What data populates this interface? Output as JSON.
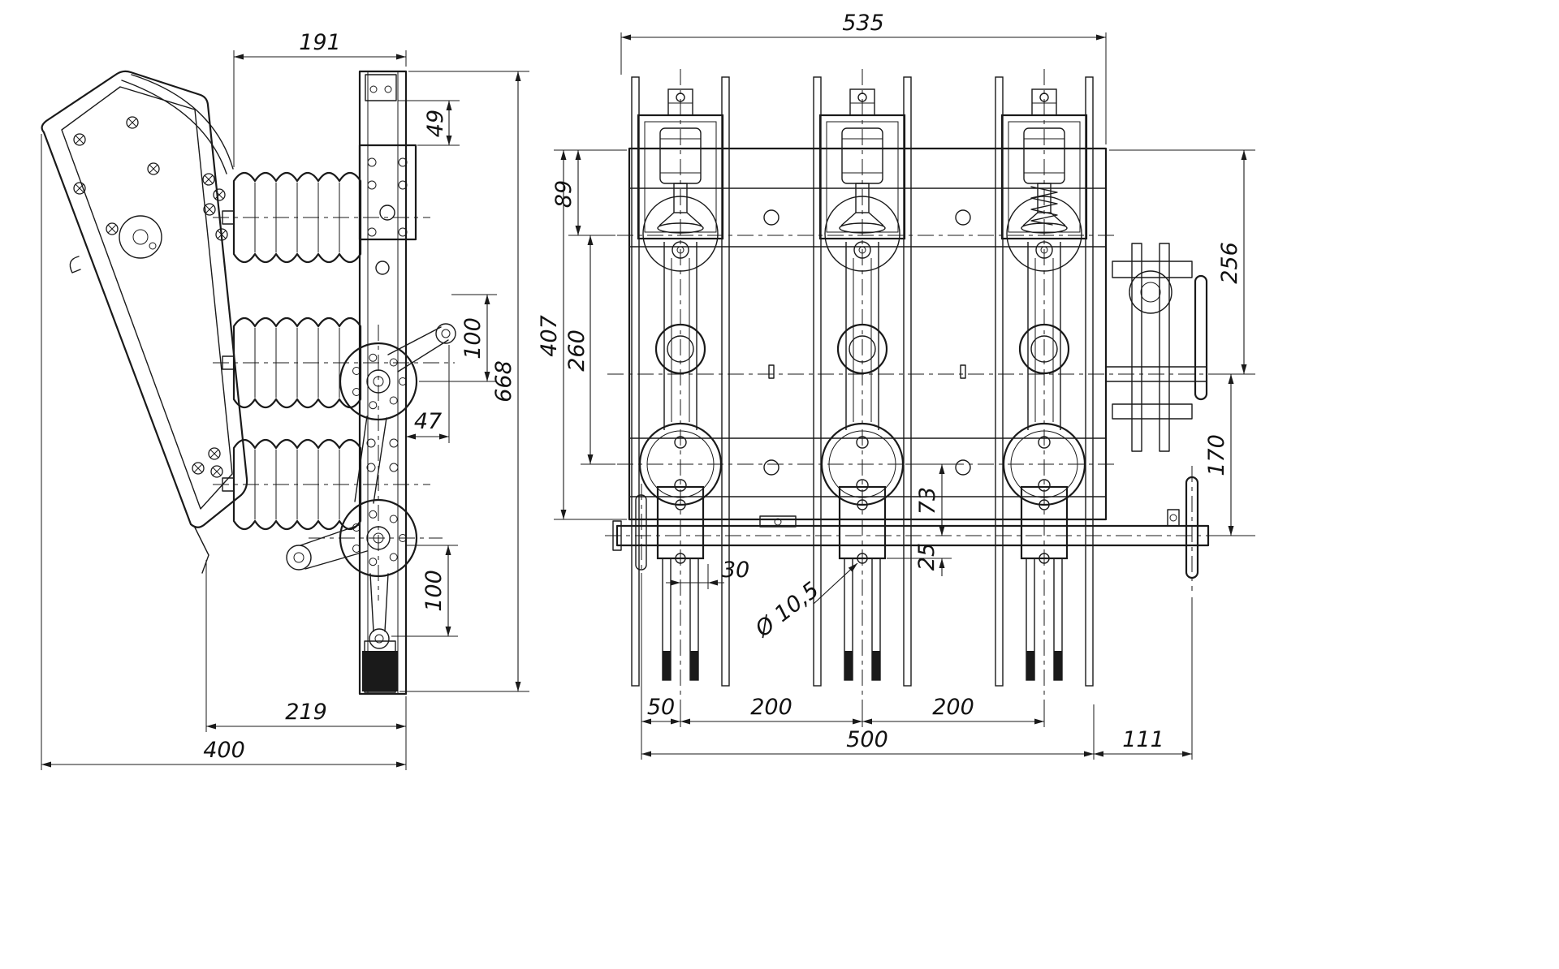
{
  "background": "#ffffff",
  "line_color": "#1a1a1a",
  "views": {
    "side": {
      "dims": {
        "w191": "191",
        "h49": "49",
        "h100_upper": "100",
        "h668": "668",
        "w47": "47",
        "h100_lower": "100",
        "w219": "219",
        "w400": "400"
      }
    },
    "front": {
      "dims": {
        "w535": "535",
        "h89": "89",
        "h407": "407",
        "h260": "260",
        "h256": "256",
        "h170": "170",
        "h73": "73",
        "w30": "30",
        "dia": "Ø 10,5",
        "h25": "25",
        "w50": "50",
        "w200_left": "200",
        "w200_right": "200",
        "w500": "500",
        "w111": "111"
      }
    }
  }
}
